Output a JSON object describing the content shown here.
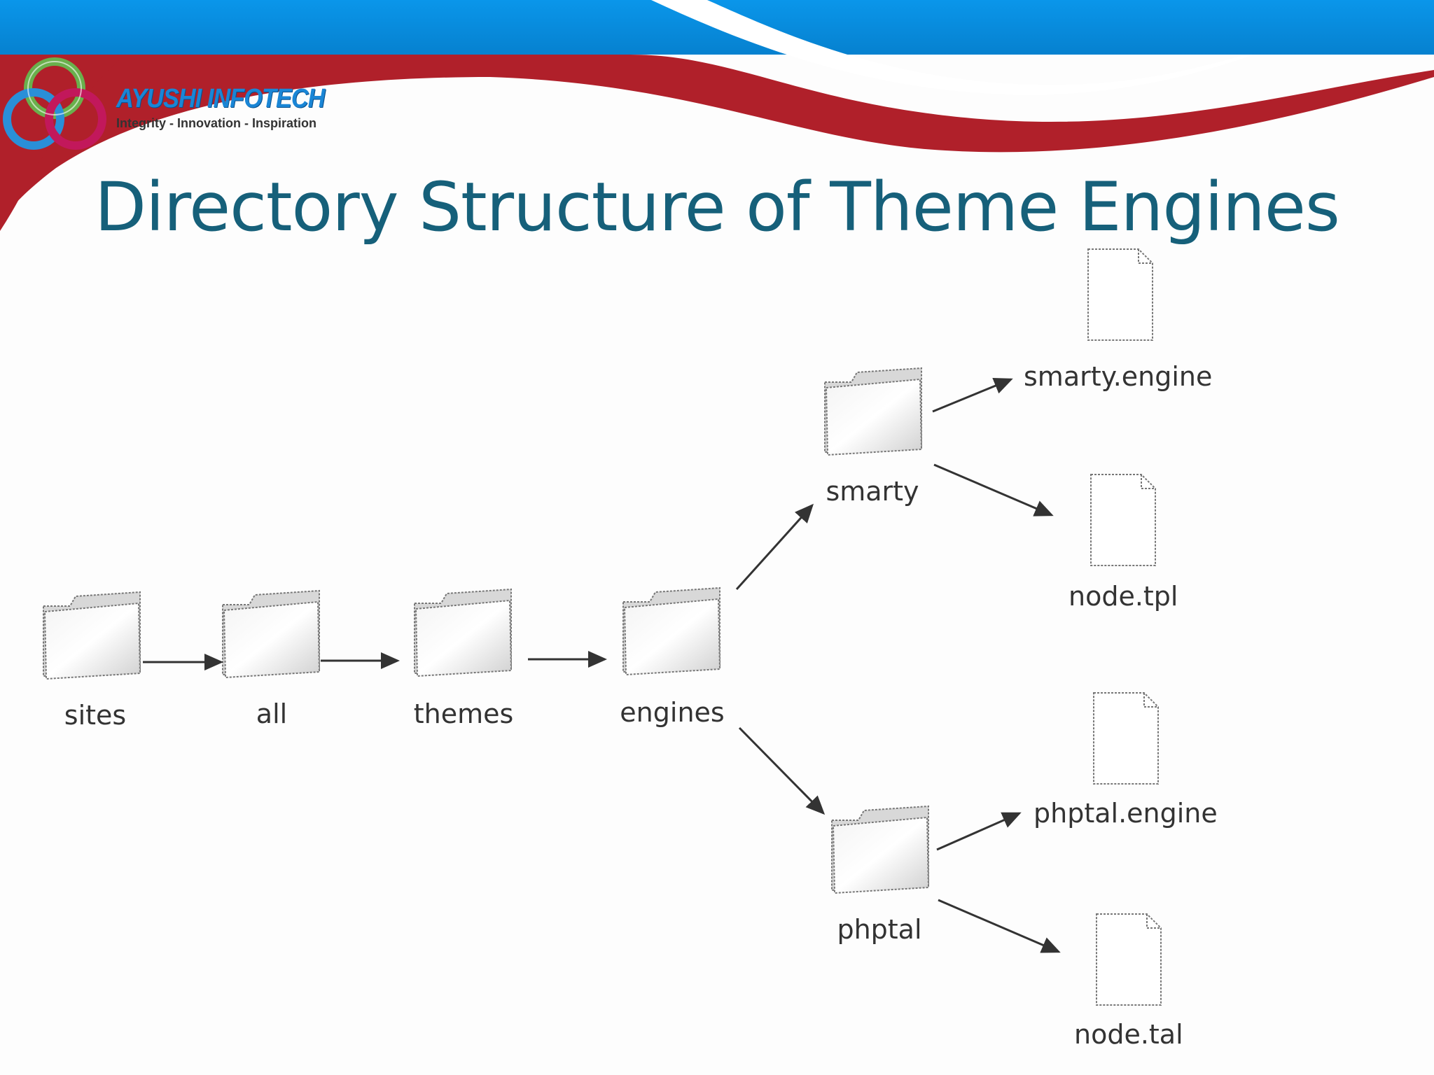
{
  "brand": {
    "name": "AYUSHI INFOTECH",
    "tagline": "Integrity - Innovation - Inspiration",
    "colors": {
      "blue": "#0a8fe0",
      "red": "#b0202a",
      "title": "#16607a"
    }
  },
  "slide": {
    "title": "Directory Structure of Theme Engines"
  },
  "tree": {
    "folders": {
      "sites": "sites",
      "all": "all",
      "themes": "themes",
      "engines": "engines",
      "smarty": "smarty",
      "phptal": "phptal"
    },
    "files": {
      "smarty_engine": "smarty.engine",
      "smarty_node": "node.tpl",
      "phptal_engine": "phptal.engine",
      "phptal_node": "node.tal"
    }
  }
}
